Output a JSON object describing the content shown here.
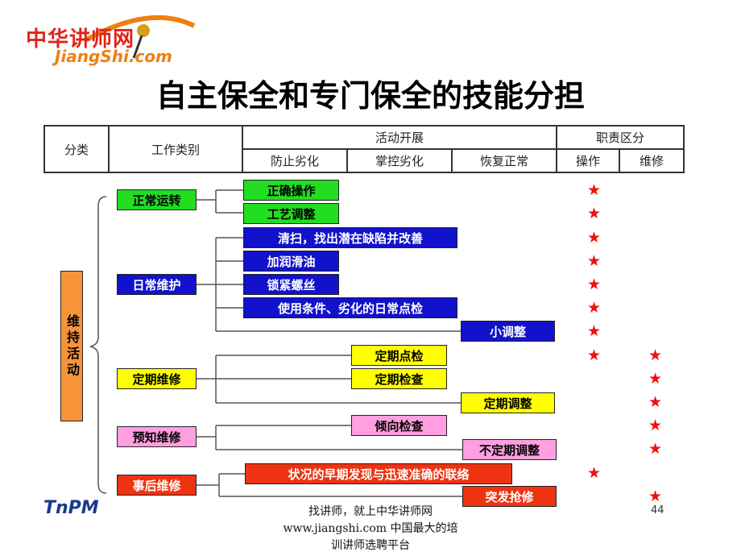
{
  "logo": {
    "cn": "中华讲师网",
    "en": "JiangShi.com"
  },
  "title": "自主保全和专门保全的技能分担",
  "header": {
    "category": "分类",
    "work_type": "工作类别",
    "activity": "活动开展",
    "prevent": "防止劣化",
    "control": "掌控劣化",
    "restore": "恢复正常",
    "duty": "职责区分",
    "operate": "操作",
    "maintain": "维修"
  },
  "main_label": "维持活动",
  "groups": {
    "normal_run": "正常运转",
    "daily_maint": "日常维护",
    "periodic_maint": "定期维修",
    "predictive_maint": "预知维修",
    "post_maint": "事后维修"
  },
  "tasks": {
    "correct_op": "正确操作",
    "process_adj": "工艺调整",
    "cleaning": "清扫，找出潜在缺陷并改善",
    "lubrication": "加润滑油",
    "tighten": "锁紧螺丝",
    "daily_check": "使用条件、劣化的日常点检",
    "minor_adj": "小调整",
    "periodic_check": "定期点检",
    "periodic_inspect": "定期检查",
    "periodic_adj": "定期调整",
    "trend_check": "倾向检查",
    "irregular_adj": "不定期调整",
    "early_detect": "状况的早期发现与迅速准确的联络",
    "emergency": "突发抢修"
  },
  "colors": {
    "green": "#22dd22",
    "blue": "#1212cc",
    "yellow": "#ffff00",
    "pink": "#ff9fe0",
    "red": "#ee3311",
    "orange": "#f7943a",
    "star": "#ee1111"
  },
  "star_glyph": "★",
  "footer": {
    "line1": "找讲师，就上中华讲师网",
    "line2": "www.jiangshi.com 中国最大的培",
    "line3": "训讲师选聘平台"
  },
  "page_number": "44",
  "corner_logo": "TnPM"
}
